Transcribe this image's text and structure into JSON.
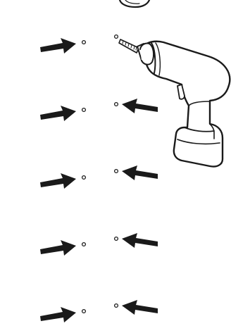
{
  "figure": {
    "kind": "assembly-instruction",
    "step_icon": "drill-icon",
    "marker_icon": "arrow-icon",
    "hole_icon": "hole-marker",
    "rows": 5,
    "holes_per_row": 2,
    "colors": {
      "ink": "#1a1a1a",
      "background": "#ffffff"
    }
  }
}
